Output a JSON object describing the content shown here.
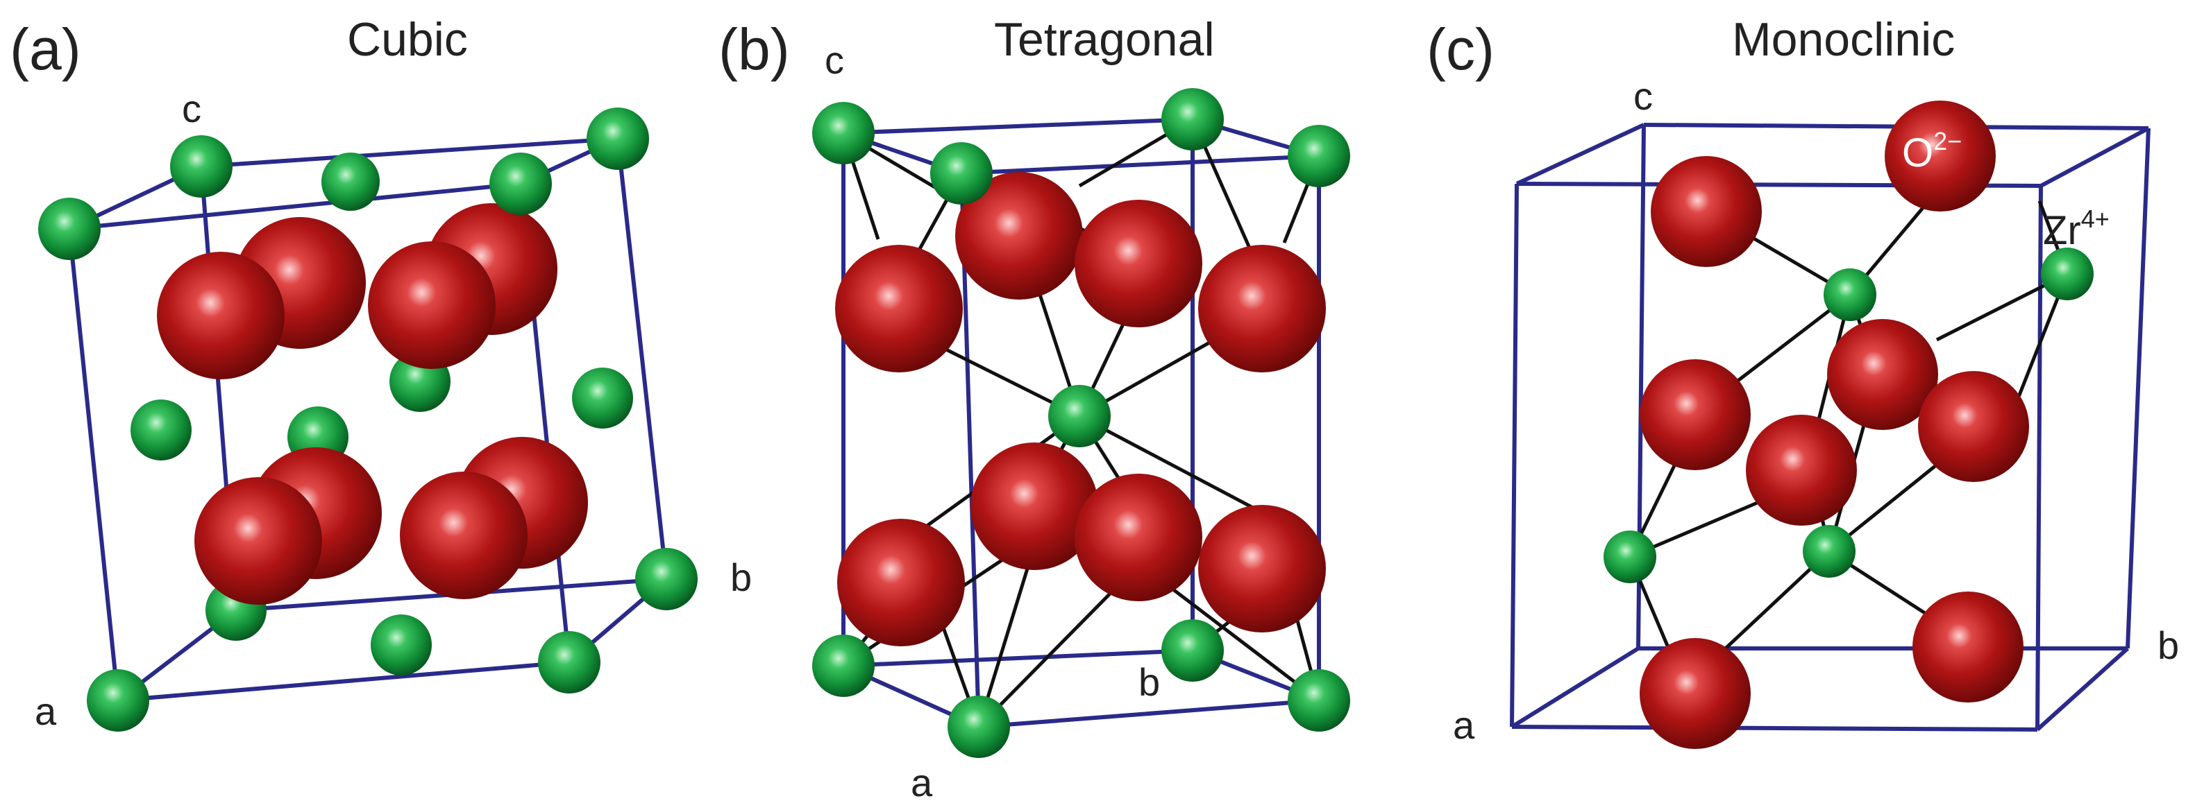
{
  "colors": {
    "cell_edge": "#2a2a8a",
    "bond": "#111111",
    "oxygen": "#b01414",
    "zirconium": "#18a040",
    "text": "#222222"
  },
  "panels": [
    {
      "id": "(a)",
      "title": "Cubic",
      "axes": {
        "a": "a",
        "b": "b",
        "c": "c"
      }
    },
    {
      "id": "(b)",
      "title": "Tetragonal",
      "axes": {
        "a": "a",
        "b": "b",
        "c": "c"
      }
    },
    {
      "id": "(c)",
      "title": "Monoclinic",
      "axes": {
        "a": "a",
        "b": "b",
        "c": "c"
      }
    }
  ],
  "legend": {
    "oxygen": {
      "base": "O",
      "sup": "2−"
    },
    "zirconium": {
      "base": "Zr",
      "sup": "4+"
    }
  }
}
